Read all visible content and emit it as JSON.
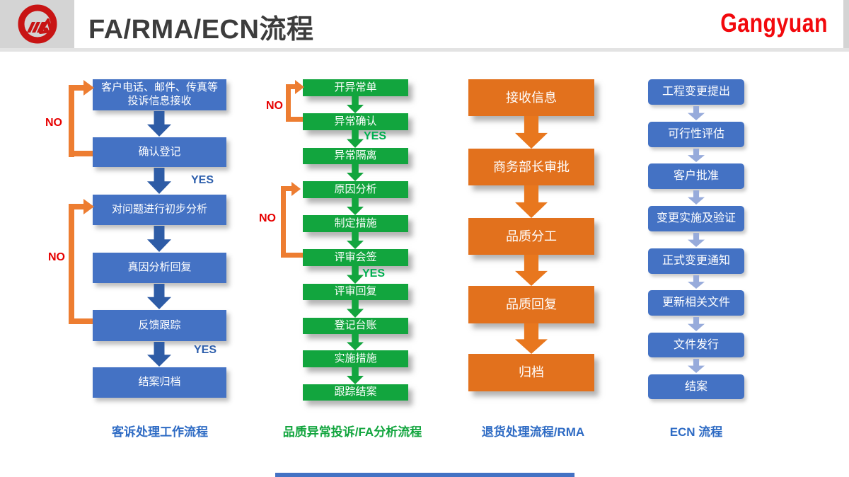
{
  "header": {
    "title": "FA/RMA/ECN流程",
    "brand": "Gangyuan",
    "logo": "gangyuan-logo"
  },
  "labels": {
    "yes": "YES",
    "no": "NO"
  },
  "columns": [
    {
      "id": "customer-complaint",
      "label": "客诉处理工作流程",
      "box_color": "#4472C4",
      "arrow_color": "#2E5CA6",
      "boxes": [
        "客户电话、邮件、传真等\n投诉信息接收",
        "确认登记",
        "对问题进行初步分析",
        "真因分析回复",
        "反馈跟踪",
        "结案归档"
      ]
    },
    {
      "id": "quality-fa",
      "label": "品质异常投诉/FA分析流程",
      "box_color": "#12A53E",
      "arrow_color": "#12A53E",
      "boxes": [
        "开异常单",
        "异常确认",
        "异常隔离",
        "原因分析",
        "制定措施",
        "评审会签",
        "评审回复",
        "登记台账",
        "实施措施",
        "跟踪结案"
      ]
    },
    {
      "id": "rma-return",
      "label": "退货处理流程/RMA",
      "box_color": "#E2711D",
      "arrow_color": "#E8771E",
      "boxes": [
        "接收信息",
        "商务部长审批",
        "品质分工",
        "品质回复",
        "归档"
      ]
    },
    {
      "id": "ecn",
      "label": "ECN 流程",
      "box_color": "#4472C4",
      "arrow_color": "#97ABDB",
      "boxes": [
        "工程变更提出",
        "可行性评估",
        "客户批准",
        "变更实施及验证",
        "正式变更通知",
        "更新相关文件",
        "文件发行",
        "结案"
      ]
    }
  ],
  "colors": {
    "connector_orange": "#ED7D31",
    "no_red": "#E60000",
    "yes_blue": "#2E5FAC",
    "yes_green": "#00AF50",
    "caption_blue": "#2E6BC4",
    "brand_red": "#F2090D",
    "title_gray": "#3C3C3C",
    "header_gray": "#D4D4D4",
    "bottom_bar_blue": "#4472C4"
  }
}
